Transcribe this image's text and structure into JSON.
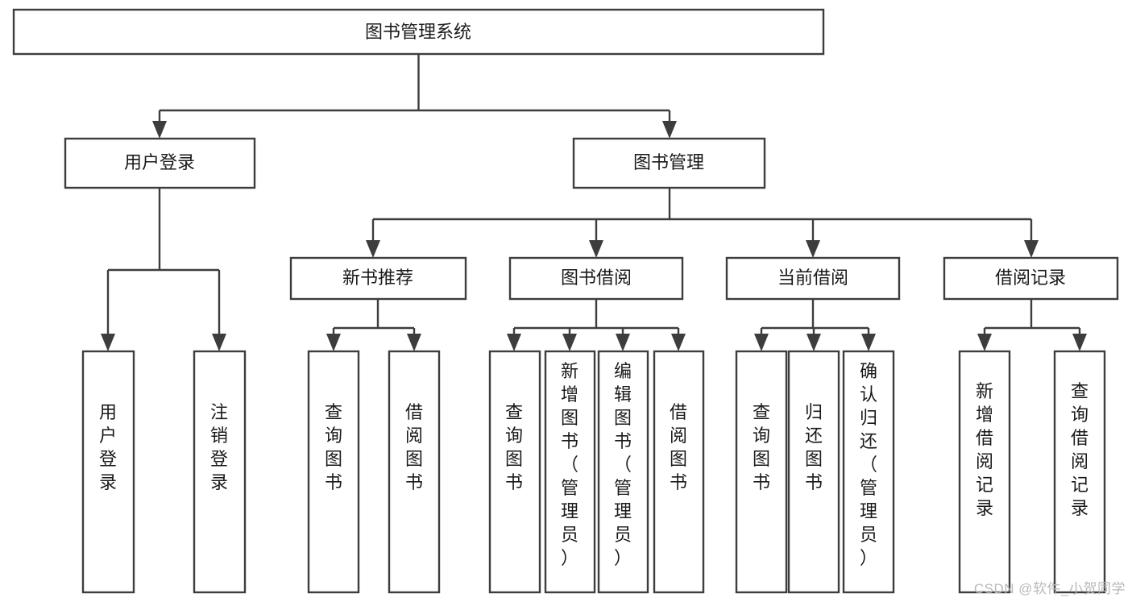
{
  "diagram": {
    "type": "tree-hierarchy",
    "title": "图书管理系统",
    "watermark": "CSDN @软件_小贺同学",
    "colors": {
      "box_stroke": "#3d3d3d",
      "box_fill": "#ffffff",
      "line": "#3d3d3d",
      "text": "#1a1a1a",
      "watermark": "#b9b9b9",
      "background": "#ffffff"
    },
    "levels": {
      "root": {
        "label": "图书管理系统"
      },
      "level2": [
        {
          "id": "user-login",
          "label": "用户登录"
        },
        {
          "id": "book-management",
          "label": "图书管理"
        }
      ],
      "level3": [
        {
          "id": "new-book-recommend",
          "label": "新书推荐"
        },
        {
          "id": "book-borrow",
          "label": "图书借阅"
        },
        {
          "id": "current-borrow",
          "label": "当前借阅"
        },
        {
          "id": "borrow-record",
          "label": "借阅记录"
        }
      ],
      "leaves": {
        "user-login": [
          {
            "id": "leaf-user-login",
            "label": "用户登录"
          },
          {
            "id": "leaf-user-logout",
            "label": "注销登录"
          }
        ],
        "new-book-recommend": [
          {
            "id": "leaf-query-book-1",
            "label": "查询图书"
          },
          {
            "id": "leaf-borrow-book-1",
            "label": "借阅图书"
          }
        ],
        "book-borrow": [
          {
            "id": "leaf-query-book-2",
            "label": "查询图书"
          },
          {
            "id": "leaf-add-book",
            "label": "新增图书（管理员）"
          },
          {
            "id": "leaf-edit-book",
            "label": "编辑图书（管理员）"
          },
          {
            "id": "leaf-borrow-book-2",
            "label": "借阅图书"
          }
        ],
        "current-borrow": [
          {
            "id": "leaf-query-book-3",
            "label": "查询图书"
          },
          {
            "id": "leaf-return-book",
            "label": "归还图书"
          },
          {
            "id": "leaf-confirm-return",
            "label": "确认归还（管理员）"
          }
        ],
        "borrow-record": [
          {
            "id": "leaf-add-record",
            "label": "新增借阅记录"
          },
          {
            "id": "leaf-query-record",
            "label": "查询借阅记录"
          }
        ]
      }
    }
  },
  "chart_data": {
    "type": "table",
    "title": "图书管理系统",
    "structure": "hierarchical tree diagram, 4 levels, top-down arrows",
    "nodes": [
      {
        "level": 1,
        "label": "图书管理系统",
        "parent": null
      },
      {
        "level": 2,
        "label": "用户登录",
        "parent": "图书管理系统"
      },
      {
        "level": 2,
        "label": "图书管理",
        "parent": "图书管理系统"
      },
      {
        "level": 3,
        "label": "用户登录",
        "parent": "用户登录"
      },
      {
        "level": 3,
        "label": "注销登录",
        "parent": "用户登录"
      },
      {
        "level": 3,
        "label": "新书推荐",
        "parent": "图书管理"
      },
      {
        "level": 3,
        "label": "图书借阅",
        "parent": "图书管理"
      },
      {
        "level": 3,
        "label": "当前借阅",
        "parent": "图书管理"
      },
      {
        "level": 3,
        "label": "借阅记录",
        "parent": "图书管理"
      },
      {
        "level": 4,
        "label": "查询图书",
        "parent": "新书推荐"
      },
      {
        "level": 4,
        "label": "借阅图书",
        "parent": "新书推荐"
      },
      {
        "level": 4,
        "label": "查询图书",
        "parent": "图书借阅"
      },
      {
        "level": 4,
        "label": "新增图书（管理员）",
        "parent": "图书借阅"
      },
      {
        "level": 4,
        "label": "编辑图书（管理员）",
        "parent": "图书借阅"
      },
      {
        "level": 4,
        "label": "借阅图书",
        "parent": "图书借阅"
      },
      {
        "level": 4,
        "label": "查询图书",
        "parent": "当前借阅"
      },
      {
        "level": 4,
        "label": "归还图书",
        "parent": "当前借阅"
      },
      {
        "level": 4,
        "label": "确认归还（管理员）",
        "parent": "当前借阅"
      },
      {
        "level": 4,
        "label": "新增借阅记录",
        "parent": "借阅记录"
      },
      {
        "level": 4,
        "label": "查询借阅记录",
        "parent": "借阅记录"
      }
    ]
  }
}
